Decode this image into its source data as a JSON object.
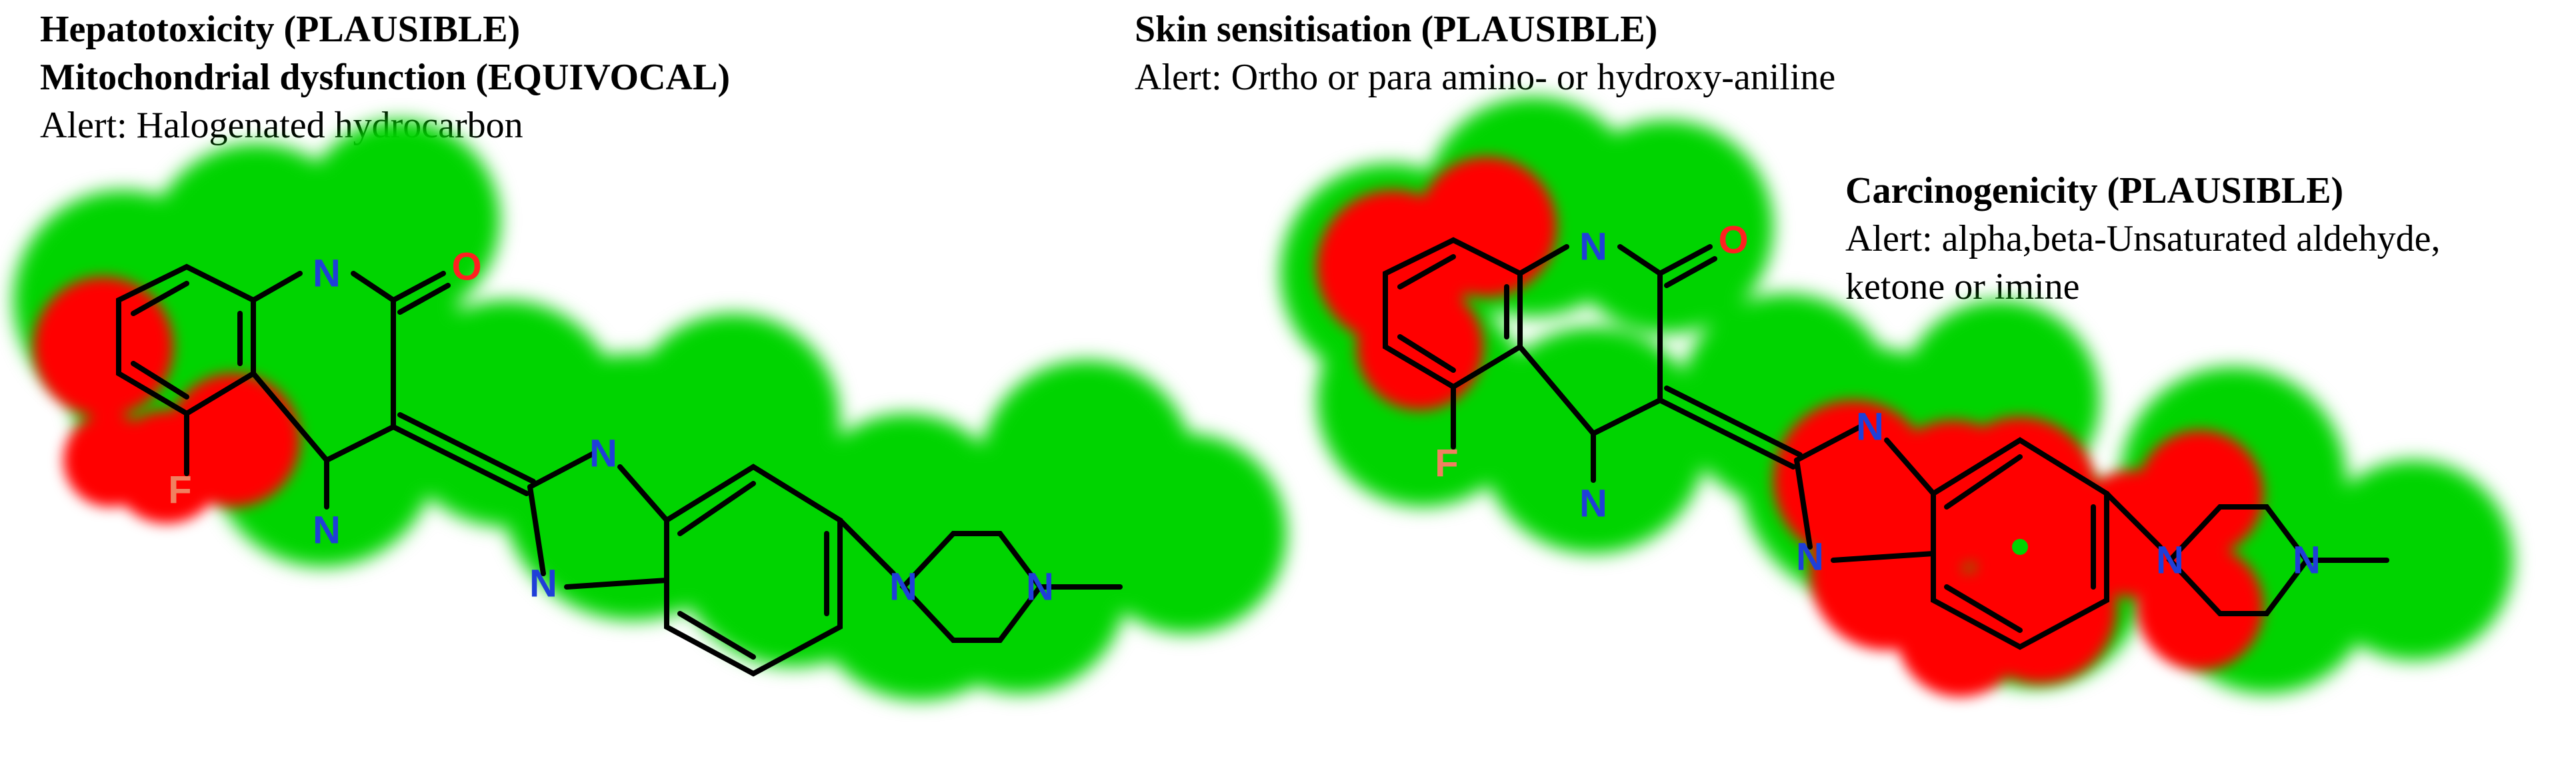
{
  "left_panel": {
    "endpoint_1": "Hepatotoxicity (PLAUSIBLE)",
    "endpoint_2": "Mitochondrial dysfunction (EQUIVOCAL)",
    "alert": "Alert: Halogenated hydrocarbon"
  },
  "right_panel": {
    "endpoint_top": "Skin sensitisation (PLAUSIBLE)",
    "alert_top": "Alert: Ortho or para amino- or hydroxy-aniline",
    "endpoint_mid": "Carcinogenicity (PLAUSIBLE)",
    "alert_mid_line1": "Alert: alpha,beta-Unsaturated aldehyde,",
    "alert_mid_line2": "ketone or imine"
  },
  "atom_labels": {
    "N": "N",
    "O": "O",
    "F": "F"
  },
  "colors": {
    "safe_halo": "#00d400",
    "alert_halo": "#ff0000",
    "bond": "#000000",
    "nitrogen": "#1f3fd8",
    "oxygen": "#ff2020",
    "fluorine": "#f08060"
  }
}
